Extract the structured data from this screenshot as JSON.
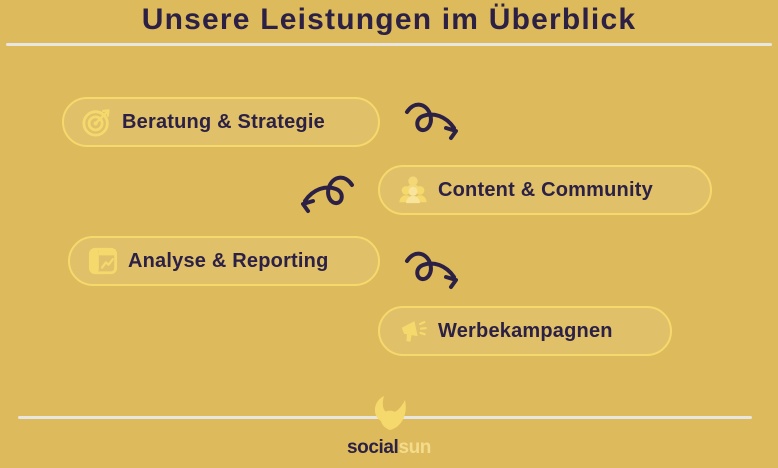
{
  "page": {
    "title": "Unsere Leistungen im Überblick",
    "background_color": "#ddba5b",
    "text_color": "#2c2145",
    "accent_color": "#f6d96d",
    "divider_color": "#e8e6e0"
  },
  "services": [
    {
      "label": "Beratung & Strategie",
      "icon": "target-arrow-icon"
    },
    {
      "label": "Content & Community",
      "icon": "people-group-icon"
    },
    {
      "label": "Analyse & Reporting",
      "icon": "report-chart-icon"
    },
    {
      "label": "Werbekampagnen",
      "icon": "megaphone-icon"
    }
  ],
  "arrows": [
    {
      "name": "curly-arrow-right-1",
      "direction": "right"
    },
    {
      "name": "curly-arrow-left-1",
      "direction": "left"
    },
    {
      "name": "curly-arrow-right-2",
      "direction": "right"
    }
  ],
  "logo": {
    "mark": "sun-swirl-icon",
    "word_primary": "social",
    "word_secondary": "sun",
    "primary_color": "#2c2145",
    "secondary_color": "#f4dc8d"
  }
}
